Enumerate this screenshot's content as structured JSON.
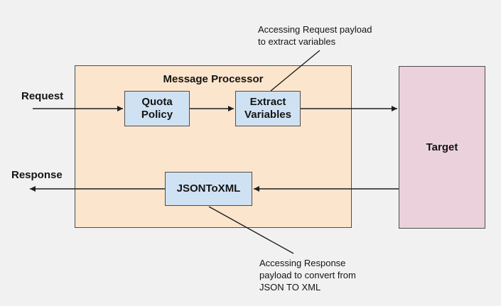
{
  "diagram": {
    "processor_title": "Message Processor",
    "nodes": {
      "quota_policy": "Quota\nPolicy",
      "extract_variables": "Extract\nVariables",
      "jsontoxml": "JSONToXML",
      "target": "Target"
    },
    "flow_labels": {
      "request": "Request",
      "response": "Response"
    },
    "annotations": {
      "request_payload": "Accessing Request payload\nto extract variables",
      "response_payload": "Accessing Response\npayload to convert from\nJSON TO XML"
    },
    "colors": {
      "background": "#f1f1f2",
      "processor_fill": "#fce5cd",
      "policy_fill": "#cfe2f3",
      "target_fill": "#ead1dc",
      "border": "#4d4d4d",
      "line": "#1f1f1f",
      "text": "#141414"
    }
  }
}
